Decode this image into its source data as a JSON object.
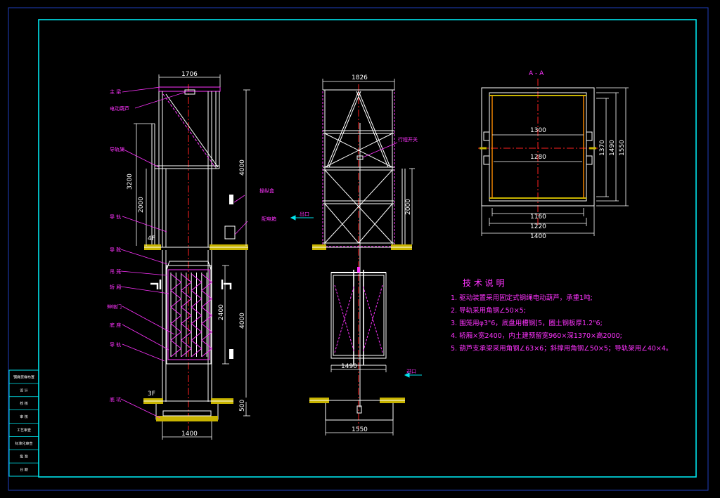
{
  "colors": {
    "background": "#000000",
    "frame": "#00e5ee",
    "structure": "#ffffff",
    "axis": "#ff2020",
    "annotation": "#ff33ff",
    "fill": "#c8b400"
  },
  "views": {
    "left": {
      "dims": {
        "top_width": "1706",
        "h3200": "3200",
        "h2000": "2000",
        "h4000_top": "4000",
        "h4000_bottom": "4000",
        "h2400": "2400",
        "h500": "500",
        "bottom_width": "1400",
        "floor_4f": "4F",
        "floor_3f": "3F"
      },
      "labels": {
        "l1": "主 梁",
        "l2": "电动葫芦",
        "l3": "导轨架",
        "l4": "导 轨",
        "l5": "导 靴",
        "l6": "吊 笼",
        "l7": "轿 厢",
        "l8": "伸缩门",
        "l9": "底 座",
        "l10": "导 轨",
        "l11": "底 坑",
        "r1": "操纵盒",
        "r2": "配电箱"
      }
    },
    "middle": {
      "dims": {
        "top_width": "1826",
        "h2000": "2000",
        "cage_width": "1490",
        "pit_width": "1550"
      },
      "labels": {
        "limit": "行程开关",
        "exit_top": "出口",
        "exit_bottom": "进口"
      }
    },
    "section": {
      "title": "A - A",
      "dims": {
        "w1300": "1300",
        "w1280": "1280",
        "w1160": "1160",
        "w1220": "1220",
        "w1400": "1400",
        "h1370": "1370",
        "h1490": "1490",
        "h1550": "1550"
      }
    }
  },
  "notes": {
    "title": "技 术 说 明",
    "items": [
      "1. 驱动装置采用固定式钢绳电动葫芦，承重1吨;",
      "2. 导轨采用角钢∠50×5;",
      "3. 围笼用φ3\"6，底盘用槽钢[5，圈土钢板厚1.2\"6;",
      "4. 轿厢×宽2400，内土建预留宽960×深1370×高2000;",
      "5. 葫芦支承梁采用角钢∠63×6；斜撑用角钢∠50×5；导轨架用∠40×4。"
    ]
  },
  "title_block": {
    "rows": [
      "钢绳货梯布置",
      "设 计",
      "校 核",
      "审 核",
      "工艺审查",
      "标准化审查",
      "批 准",
      "日 期"
    ]
  }
}
